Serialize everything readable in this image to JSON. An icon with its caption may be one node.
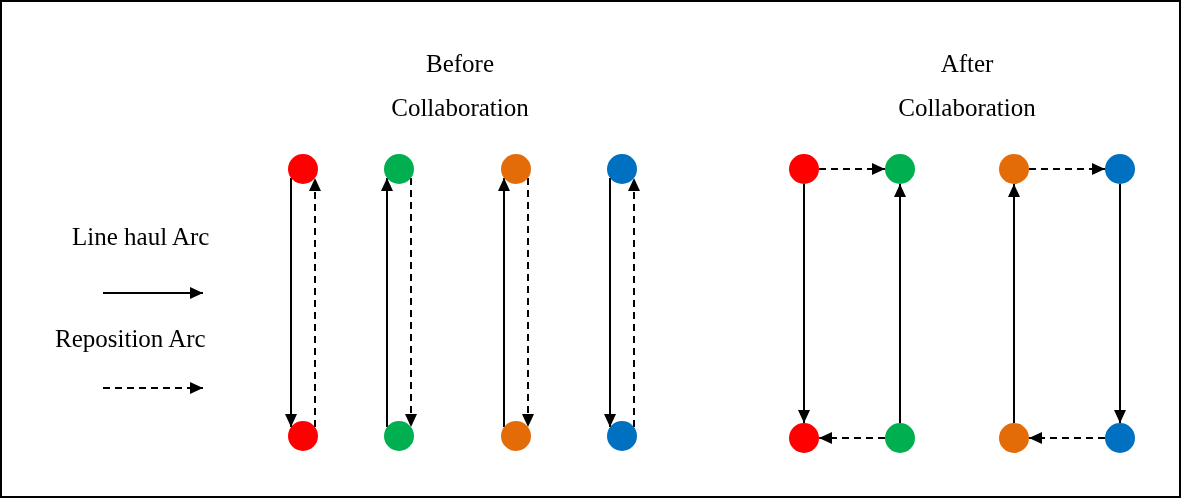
{
  "diagram": {
    "nodes": [
      {
        "text": [],
        "shape": "circle"
      },
      {
        "text": [],
        "shape": "circle"
      },
      {
        "text": [],
        "shape": "circle"
      },
      {
        "text": [],
        "shape": "circle"
      },
      {
        "text": [],
        "shape": "circle"
      },
      {
        "text": [],
        "shape": "circle"
      },
      {
        "text": [],
        "shape": "circle"
      },
      {
        "text": [],
        "shape": "circle"
      },
      {
        "text": [],
        "shape": "circle"
      },
      {
        "text": [],
        "shape": "circle"
      },
      {
        "text": [],
        "shape": "circle"
      },
      {
        "text": [],
        "shape": "circle"
      },
      {
        "text": [],
        "shape": "circle"
      },
      {
        "text": [],
        "shape": "circle"
      },
      {
        "text": [],
        "shape": "circle"
      },
      {
        "text": [],
        "shape": "circle"
      }
    ],
    "edges": [
      {
        "from": 0,
        "to": 4,
        "arrow": "to"
      },
      {
        "from": 4,
        "to": 0,
        "arrow": "to",
        "style": "dashed"
      },
      {
        "from": 5,
        "to": 1,
        "arrow": "to"
      },
      {
        "from": 1,
        "to": 5,
        "arrow": "to",
        "style": "dashed"
      },
      {
        "from": 6,
        "to": 2,
        "arrow": "to"
      },
      {
        "from": 2,
        "to": 6,
        "arrow": "to",
        "style": "dashed"
      },
      {
        "from": 3,
        "to": 7,
        "arrow": "to"
      },
      {
        "from": 7,
        "to": 3,
        "arrow": "to",
        "style": "dashed"
      },
      {
        "from": 8,
        "to": 9,
        "arrow": "to",
        "style": "dashed"
      },
      {
        "from": 8,
        "to": 12,
        "arrow": "to"
      },
      {
        "from": 13,
        "to": 9,
        "arrow": "to"
      },
      {
        "from": 13,
        "to": 12,
        "arrow": "to",
        "style": "dashed"
      },
      {
        "from": 10,
        "to": 11,
        "arrow": "to",
        "style": "dashed"
      },
      {
        "from": 14,
        "to": 10,
        "arrow": "to"
      },
      {
        "from": 11,
        "to": 15,
        "arrow": "to"
      },
      {
        "from": 15,
        "to": 14,
        "arrow": "to",
        "style": "dashed"
      }
    ],
    "labels": [
      "Before Collaboration",
      "After Collaboration"
    ],
    "legend": [
      {
        "text": "Line haul Arc"
      },
      {
        "text": "Reposition Arc"
      }
    ]
  }
}
